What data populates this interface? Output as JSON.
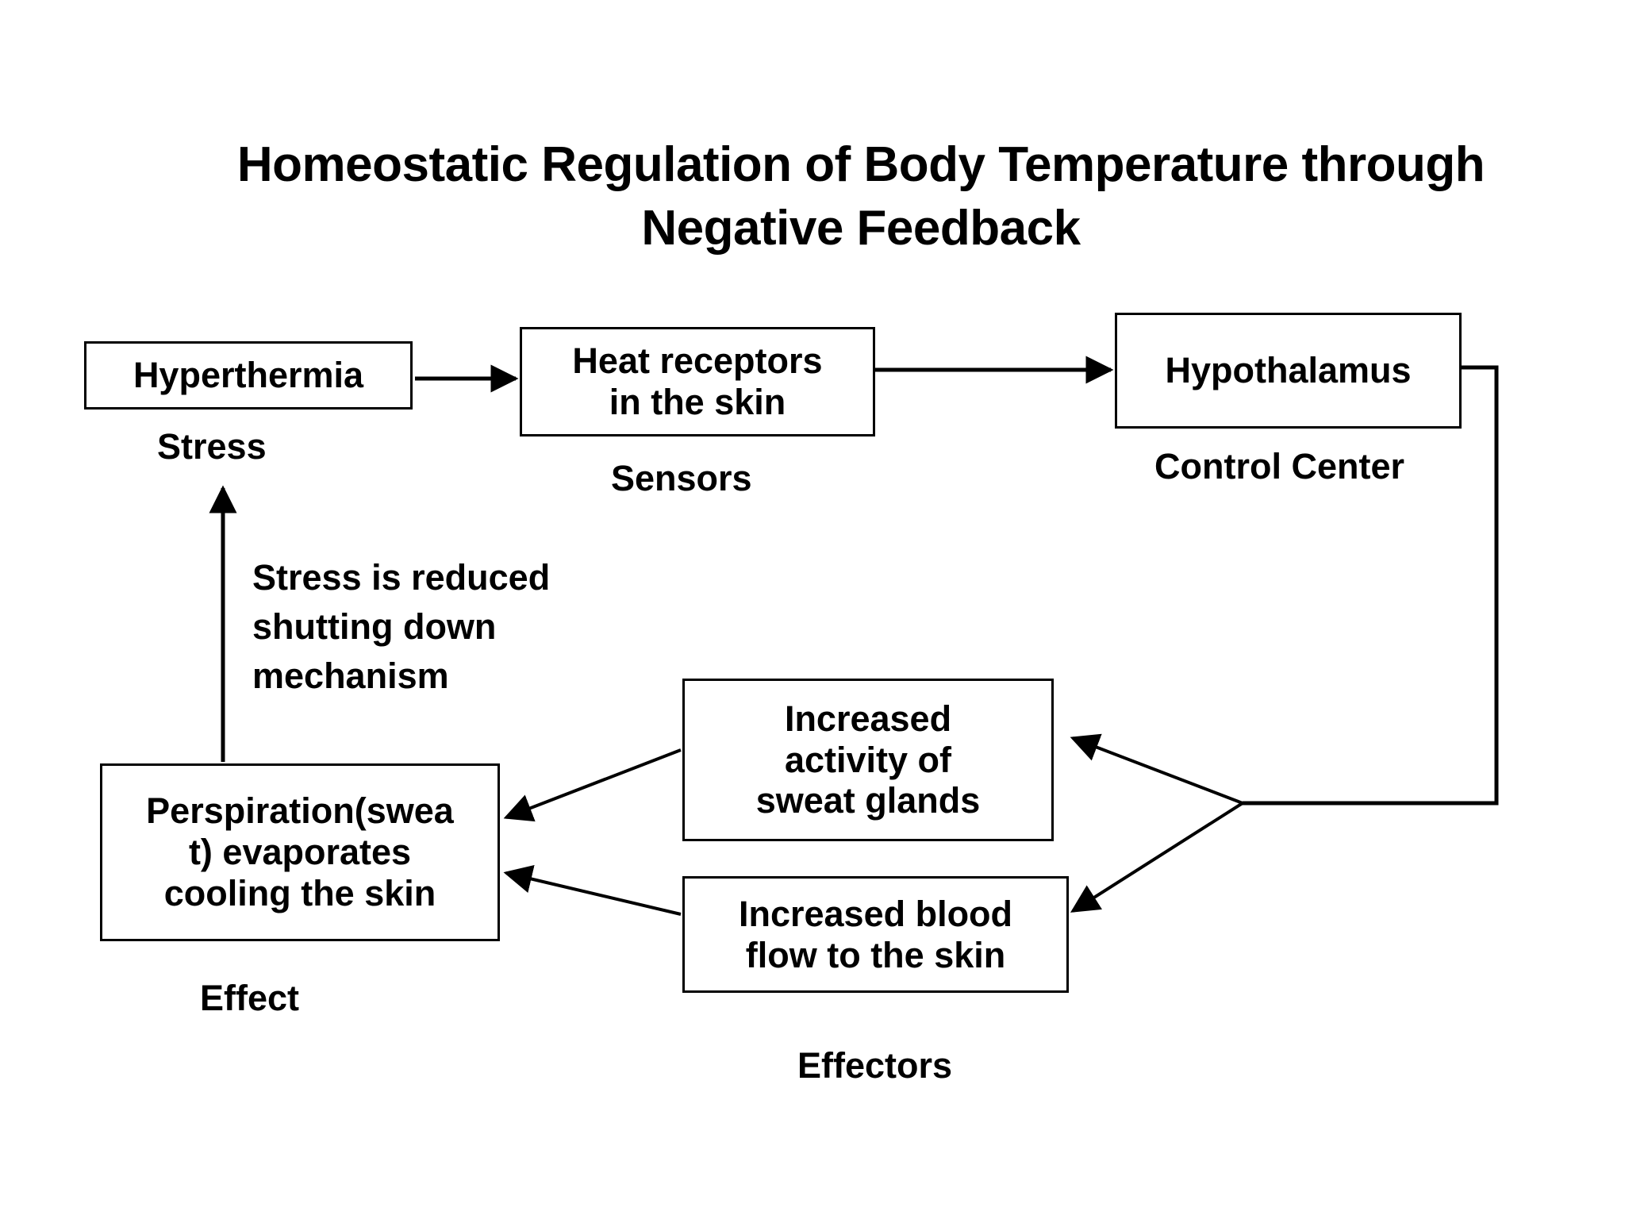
{
  "title": {
    "line1": "Homeostatic Regulation of Body Temperature through",
    "line2": "Negative Feedback",
    "full": "Homeostatic Regulation of Body Temperature through Negative Feedback"
  },
  "colors": {
    "background": "#ffffff",
    "stroke": "#000000",
    "text": "#000000"
  },
  "nodes": {
    "hyperthermia": "Hyperthermia",
    "heat_receptors": "Heat receptors\nin the skin",
    "hypothalamus": "Hypothalamus",
    "sweat_glands": "Increased\nactivity of\nsweat glands",
    "blood_flow": "Increased blood\nflow to the skin",
    "perspiration": "Perspiration(swea\nt) evaporates\ncooling the skin"
  },
  "labels": {
    "stress": "Stress",
    "sensors": "Sensors",
    "control_center": "Control Center",
    "effect": "Effect",
    "effectors": "Effectors"
  },
  "annotations": {
    "feedback_note": "Stress is reduced\nshutting down\nmechanism"
  },
  "diagram_data": {
    "type": "flowchart",
    "flow": [
      {
        "from": "hyperthermia",
        "to": "heat_receptors",
        "style": "arrow"
      },
      {
        "from": "heat_receptors",
        "to": "hypothalamus",
        "style": "arrow"
      },
      {
        "from": "hypothalamus",
        "to": "sweat_glands",
        "style": "arrow"
      },
      {
        "from": "hypothalamus",
        "to": "blood_flow",
        "style": "arrow"
      },
      {
        "from": "sweat_glands",
        "to": "perspiration",
        "style": "arrow"
      },
      {
        "from": "blood_flow",
        "to": "perspiration",
        "style": "arrow"
      },
      {
        "from": "perspiration",
        "to": "hyperthermia",
        "style": "arrow",
        "label": "Stress is reduced shutting down mechanism"
      }
    ],
    "roles": {
      "hyperthermia": "Stress",
      "heat_receptors": "Sensors",
      "hypothalamus": "Control Center",
      "sweat_glands": "Effectors",
      "blood_flow": "Effectors",
      "perspiration": "Effect"
    }
  }
}
